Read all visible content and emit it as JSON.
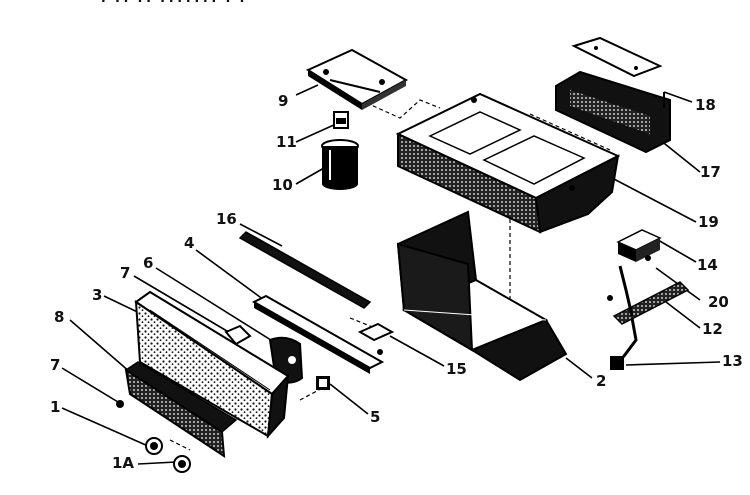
{
  "header_text": "? ?? ?? ??????? ? ?",
  "callouts": {
    "c1": "1",
    "c1a": "1A",
    "c2": "2",
    "c3": "3",
    "c4": "4",
    "c5": "5",
    "c6": "6",
    "c7a": "7",
    "c7b": "7",
    "c8": "8",
    "c9": "9",
    "c10": "10",
    "c11": "11",
    "c12": "12",
    "c13": "13",
    "c14": "14",
    "c15": "15",
    "c16": "16",
    "c17": "17",
    "c18": "18",
    "c19": "19",
    "c20": "20"
  }
}
